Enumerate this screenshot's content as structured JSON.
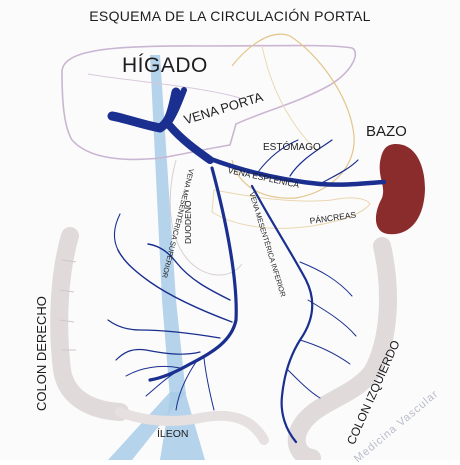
{
  "title": "ESQUEMA DE LA CIRCULACIÓN PORTAL",
  "labels": {
    "liver": "HÍGADO",
    "spleen": "BAZO",
    "portal_vein": "VENA PORTA",
    "stomach": "ESTÓMAGO",
    "splenic_vein": "VENA ESPLENICA",
    "pancreas": "PÁNCREAS",
    "duodenum": "DUODENO",
    "superior_mesenteric_vein": "VENA MESENTÉRICA SUPERIOR",
    "inferior_mesenteric_vein": "VENA MESENTÉRICA INFERIOR",
    "right_colon": "COLON DERECHO",
    "left_colon": "COLON IZQUIERDO",
    "ileum": "ÍLEON"
  },
  "watermark": "Medicina Vascular",
  "colors": {
    "portal_system": "#1a2f8f",
    "vena_cava": "#a8cbe6",
    "spleen": "#8a2c2c",
    "liver_outline": "#cbb6d2",
    "stomach_outline": "#e3c58a",
    "colon": "#e1dadb",
    "text": "#1d1d1f"
  }
}
